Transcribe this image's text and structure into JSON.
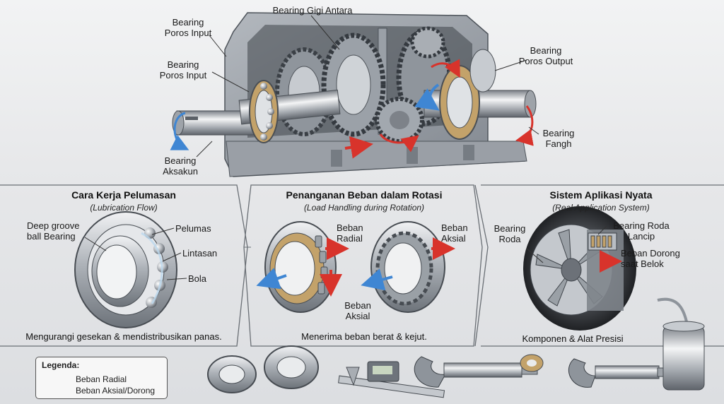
{
  "top_labels": {
    "gigi_antara": "Bearing Gigi Antara",
    "poros_input_top": [
      "Bearing",
      "Poros Input"
    ],
    "poros_input_mid": [
      "Bearing",
      "Poros Input"
    ],
    "poros_output": [
      "Bearing",
      "Poros Output"
    ],
    "fangh": [
      "Bearing",
      "Fangh"
    ],
    "aksakun": [
      "Bearing",
      "Aksakun"
    ]
  },
  "panels": [
    {
      "title": "Cara Kerja Pelumasan",
      "subtitle": "(Lubrication Flow)",
      "caption": "Mengurangi gesekan & mendistribusikan panas.",
      "labels": {
        "deep_groove": [
          "Deep groove",
          "ball Bearing"
        ],
        "pelumas": "Pelumas",
        "lintasan": "Lintasan",
        "bola": "Bola"
      }
    },
    {
      "title": "Penanganan Beban dalam Rotasi",
      "subtitle": "(Load Handling during Rotation)",
      "caption": "Menerima beban berat & kejut.",
      "labels": {
        "radial": [
          "Beban",
          "Radial"
        ],
        "aksial_bottom": [
          "Beban",
          "Aksial"
        ],
        "aksial_right": [
          "Beban",
          "Aksial"
        ]
      }
    },
    {
      "title": "Sistem Aplikasi Nyata",
      "subtitle": "(Real Application System)",
      "caption": "Komponen & Alat Presisi",
      "labels": {
        "roda": [
          "Bearing",
          "Roda"
        ],
        "roda_lancip": [
          "Bearing Roda",
          "Lancip"
        ],
        "dorong": [
          "Beban Dorong",
          "saat Belok"
        ]
      }
    }
  ],
  "legend": {
    "title": "Legenda:",
    "items": [
      {
        "label": "Beban Radial",
        "color": "#d8332b"
      },
      {
        "label": "Beban Aksial/Dorong",
        "color": "#3f86d3"
      }
    ]
  },
  "colors": {
    "radial": "#d8332b",
    "axial": "#3f86d3",
    "housing": "#8c929a",
    "steel": "#b9bec4"
  }
}
